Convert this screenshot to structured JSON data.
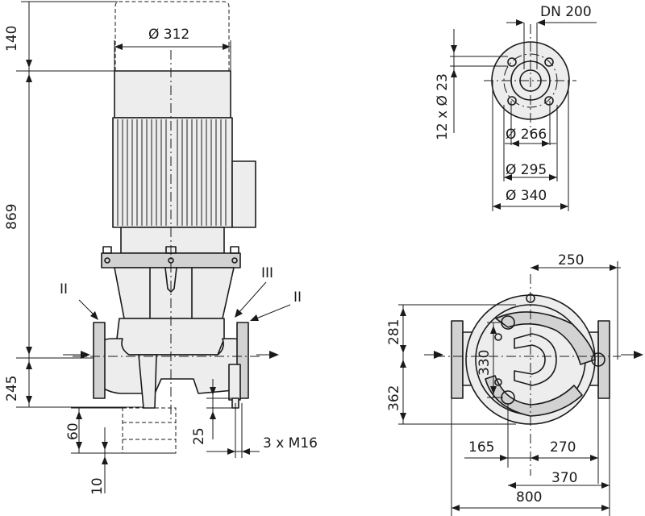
{
  "drawing": {
    "dimensions": {
      "h_140": "140",
      "w_312": "Ø 312",
      "h_869": "869",
      "h_245": "245",
      "h_60": "60",
      "h_10": "10",
      "h_25": "25",
      "thread": "3 x M16",
      "dn": "DN 200",
      "holes": "12 x Ø 23",
      "d_266": "Ø 266",
      "d_295": "Ø 295",
      "d_340": "Ø 340",
      "w_250": "250",
      "h_281": "281",
      "h_330": "330",
      "h_362": "362",
      "w_165": "165",
      "w_270": "270",
      "w_370": "370",
      "w_800": "800"
    },
    "callouts": {
      "left": "II",
      "right": "II",
      "top": "III"
    }
  }
}
